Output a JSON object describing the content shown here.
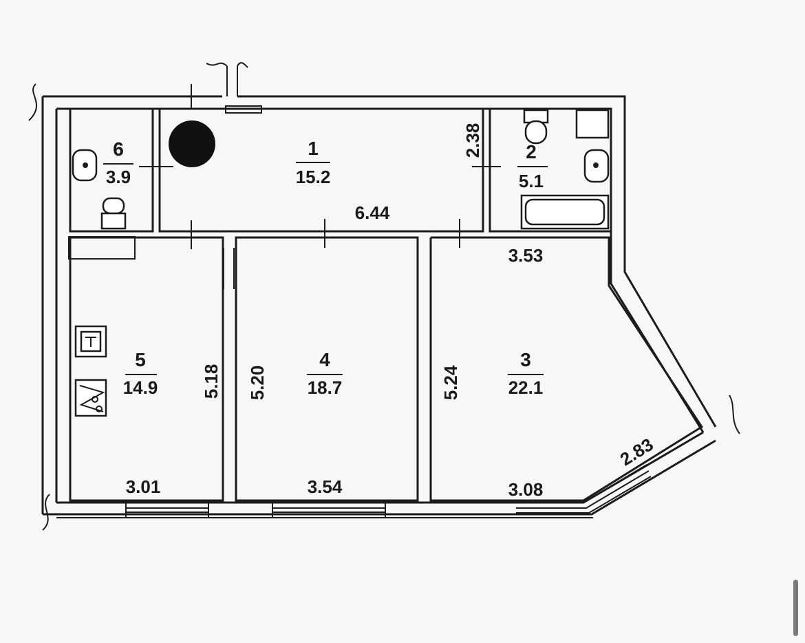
{
  "rooms": [
    {
      "id": "1",
      "area": "15.2"
    },
    {
      "id": "2",
      "area": "5.1"
    },
    {
      "id": "3",
      "area": "22.1"
    },
    {
      "id": "4",
      "area": "18.7"
    },
    {
      "id": "5",
      "area": "14.9"
    },
    {
      "id": "6",
      "area": "3.9"
    }
  ],
  "dimensions": {
    "hall_length": "6.44",
    "hall_width": "2.38",
    "room3_top": "3.53",
    "room3_height": "5.24",
    "room3_bottom": "3.08",
    "room3_bay": "2.83",
    "room4_height": "5.20",
    "room4_bottom": "3.54",
    "room5_height": "5.18",
    "room5_bottom": "3.01"
  },
  "colors": {
    "line": "#1c1c1c",
    "background": "#f7f7f5"
  }
}
